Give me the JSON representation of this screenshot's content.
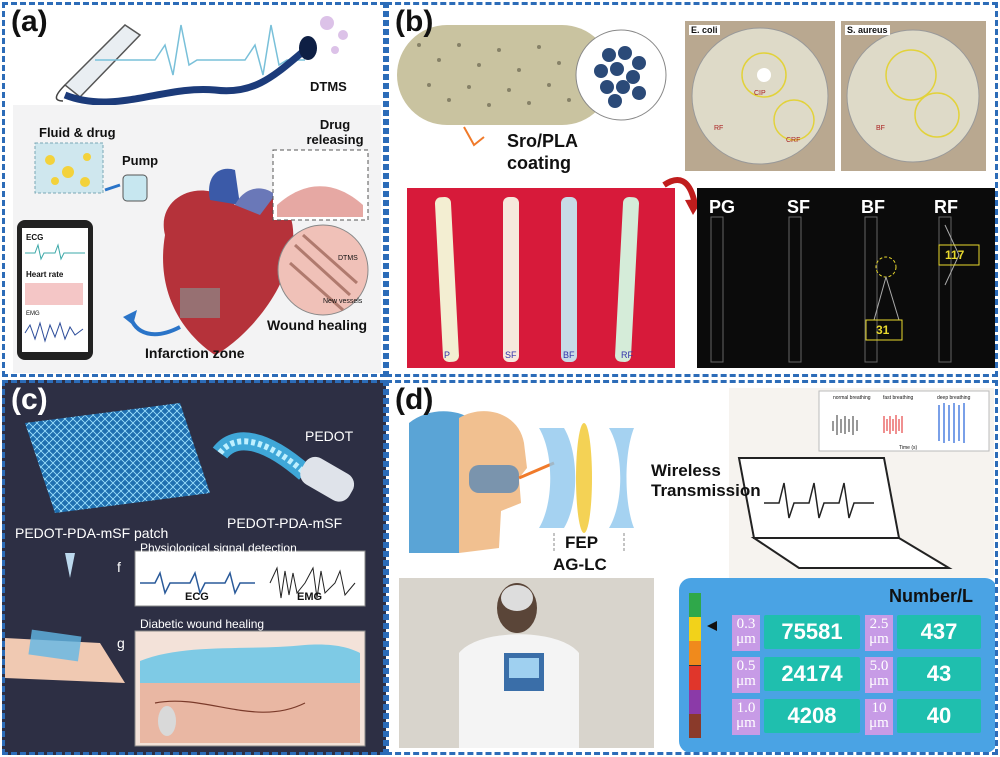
{
  "panels": {
    "a": {
      "tag": "(a)",
      "dtms": "DTMS",
      "fluid_drug": "Fluid & drug",
      "pump": "Pump",
      "drug_releasing": "Drug releasing",
      "dtms_small": "DTMS",
      "new_vessels": "New vessels",
      "wound_healing": "Wound healing",
      "infarction_zone": "Infarction zone",
      "phone": {
        "ecg": "ECG",
        "heart_rate": "Heart rate",
        "emg": "EMG"
      }
    },
    "b": {
      "tag": "(b)",
      "coating": "Sro/PLA coating",
      "ecoli": "E. coli",
      "saureus": "S. aureus",
      "dish_labels": {
        "cip": "CIP",
        "crf": "CRF",
        "rf": "RF",
        "bf": "BF"
      },
      "fibers": [
        "PG",
        "SF",
        "BF",
        "RF"
      ],
      "stick_labels": [
        "P",
        "SF",
        "BF",
        "RF"
      ],
      "value_117": "117",
      "value_31": "31"
    },
    "c": {
      "tag": "(c)",
      "pedot": "PEDOT",
      "patch": "PEDOT-PDA-mSF patch",
      "fiber": "PEDOT-PDA-mSF",
      "f": "f",
      "g": "g",
      "signal_detection": "Physiological signal detection",
      "ecg": "ECG",
      "emg": "EMG",
      "diabetic": "Diabetic wound healing"
    },
    "d": {
      "tag": "(d)",
      "wireless": "Wireless Transmission",
      "fep": "FEP",
      "aglc": "AG-LC",
      "breathing": [
        "normal breathing",
        "fast breathing",
        "deep breathing"
      ],
      "xlabel": "Time (s)",
      "number_title": "Number/L",
      "particles": [
        {
          "size": "0.3",
          "unit": "μm",
          "value": "75581"
        },
        {
          "size": "2.5",
          "unit": "μm",
          "value": "437"
        },
        {
          "size": "0.5",
          "unit": "μm",
          "value": "24174"
        },
        {
          "size": "5.0",
          "unit": "μm",
          "value": "43"
        },
        {
          "size": "1.0",
          "unit": "μm",
          "value": "4208"
        },
        {
          "size": "10",
          "unit": "μm",
          "value": "40"
        }
      ],
      "scale_colors": [
        "#2fa84a",
        "#f2d21a",
        "#f08a1c",
        "#e0362b",
        "#8b3aa8",
        "#8a3a2a"
      ]
    }
  }
}
